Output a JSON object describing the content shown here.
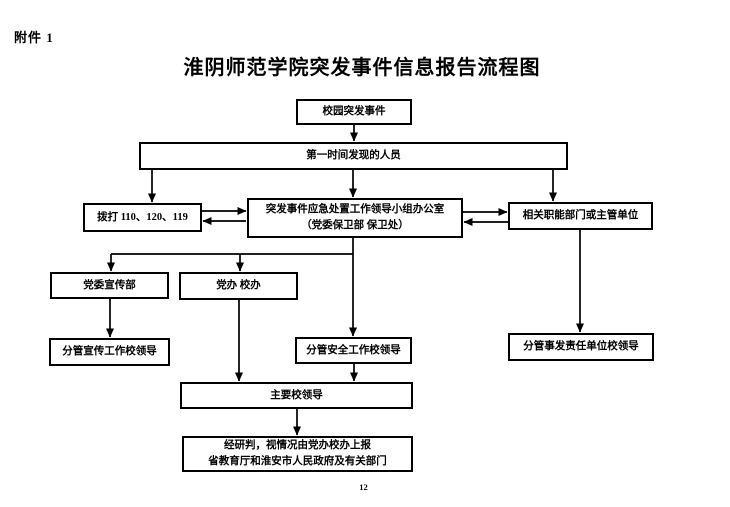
{
  "page": {
    "attachment_label": "附件 1",
    "title": "淮阴师范学院突发事件信息报告流程图",
    "page_number": "12"
  },
  "nodes": {
    "campus_incident": "校园突发事件",
    "first_discoverers": "第一时间发现的人员",
    "call_emergency": "拨打 110、120、119",
    "leading_group_office": {
      "line1": "突发事件应急处置工作领导小组办公室",
      "line2": "（党委保卫部 保卫处）"
    },
    "related_departments": "相关职能部门或主管单位",
    "party_propaganda_dept": "党委宣传部",
    "party_office_school_office": "党办 校办",
    "propaganda_leader": "分管宣传工作校领导",
    "safety_leader": "分管安全工作校领导",
    "incident_unit_leader": "分管事发责任单位校领导",
    "principal_leaders": "主要校领导",
    "report_to_superiors": {
      "line1": "经研判，视情况由党办校办上报",
      "line2": "省教育厅和淮安市人民政府及有关部门"
    }
  }
}
